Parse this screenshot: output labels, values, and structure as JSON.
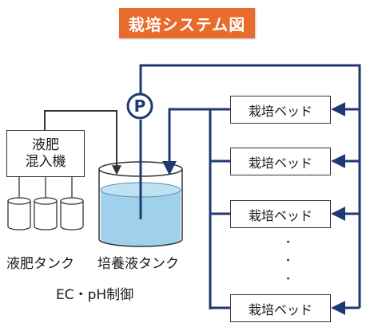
{
  "title": "栽培システム図",
  "mixer": {
    "line1": "液肥",
    "line2": "混入機"
  },
  "pump": {
    "symbol": "P"
  },
  "labels": {
    "fertilizer_tank": "液肥タンク",
    "culture_tank": "培養液タンク",
    "control": "EC・pH制御"
  },
  "beds": [
    {
      "label": "栽培ベッド"
    },
    {
      "label": "栽培ベッド"
    },
    {
      "label": "栽培ベッド"
    },
    {
      "label": "栽培ベッド"
    }
  ],
  "continuation": [
    "・",
    "・",
    "・"
  ],
  "colors": {
    "title_bg": "#e76b2a",
    "pipe": "#1f3a73",
    "liquid": "#9fd2ea",
    "line": "#333333"
  }
}
